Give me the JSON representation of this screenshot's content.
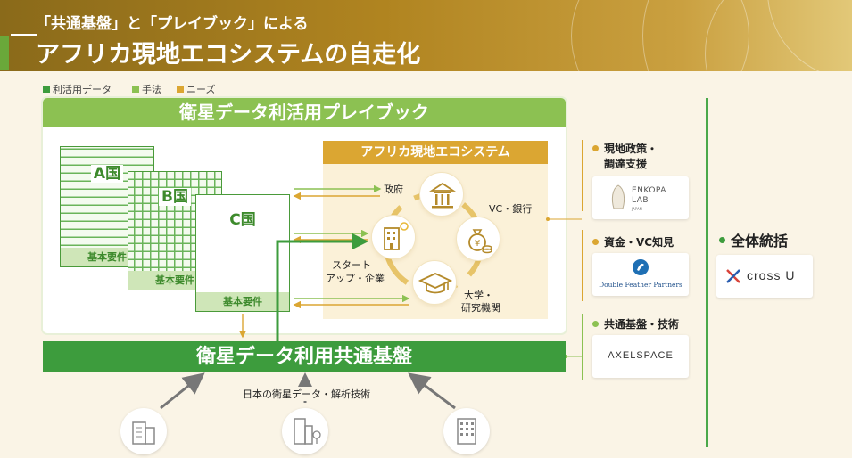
{
  "header": {
    "subtitle": "「共通基盤」と「プレイブック」による",
    "title": "アフリカ現地エコシステムの自走化"
  },
  "legend": [
    {
      "label": "利活用データ",
      "color": "#3d9c3d"
    },
    {
      "label": "手法",
      "color": "#8cc152"
    },
    {
      "label": "ニーズ",
      "color": "#dba632"
    }
  ],
  "playbook": {
    "title": "衛星データ利活用プレイブック",
    "countries": [
      {
        "label": "A国",
        "footer": "基本要件"
      },
      {
        "label": "B国",
        "footer": "基本要件"
      },
      {
        "label": "C国",
        "footer": "基本要件"
      }
    ]
  },
  "ecosystem": {
    "title": "アフリカ現地エコシステム",
    "government": "政府",
    "vc_bank": "VC・銀行",
    "university_l1": "大学・",
    "university_l2": "研究機関",
    "startup_l1": "スタート",
    "startup_l2": "アップ・企業"
  },
  "platform": {
    "title": "衛星データ利用共通基盤",
    "tech_label": "日本の衛星データ・解析技術"
  },
  "right": {
    "policy_l1": "現地政策・",
    "policy_l2": "調達支援",
    "enkopa_l1": "ENKOPA",
    "enkopa_l2": "LAB",
    "enkopa_small": "JAPAN",
    "capital": "資金・VC知見",
    "dfp": "Double Feather Partners",
    "infra": "共通基盤・技術",
    "axelspace": "AXELSPACE",
    "overall": "全体統括",
    "crossu": "cross U"
  },
  "colors": {
    "green_dark": "#3d9c3d",
    "green_light": "#8cc152",
    "gold": "#dba632"
  }
}
